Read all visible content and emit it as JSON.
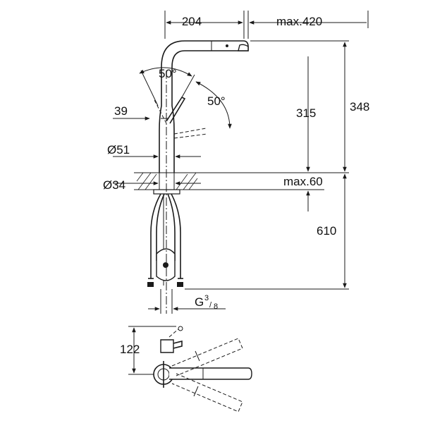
{
  "dimensions": {
    "reach": "204",
    "pullout": "max.420",
    "angle_top": "50°",
    "angle_side": "50°",
    "spray_offset": "39",
    "spout_height": "315",
    "total_height": "348",
    "body_diameter": "Ø51",
    "hole_diameter": "Ø34",
    "deck_thickness": "max.60",
    "hose_length": "610",
    "thread_main": "G",
    "thread_num": "3",
    "thread_den": "8",
    "plan_depth": "122"
  },
  "colors": {
    "line": "#1a1a1a",
    "background": "#ffffff"
  }
}
